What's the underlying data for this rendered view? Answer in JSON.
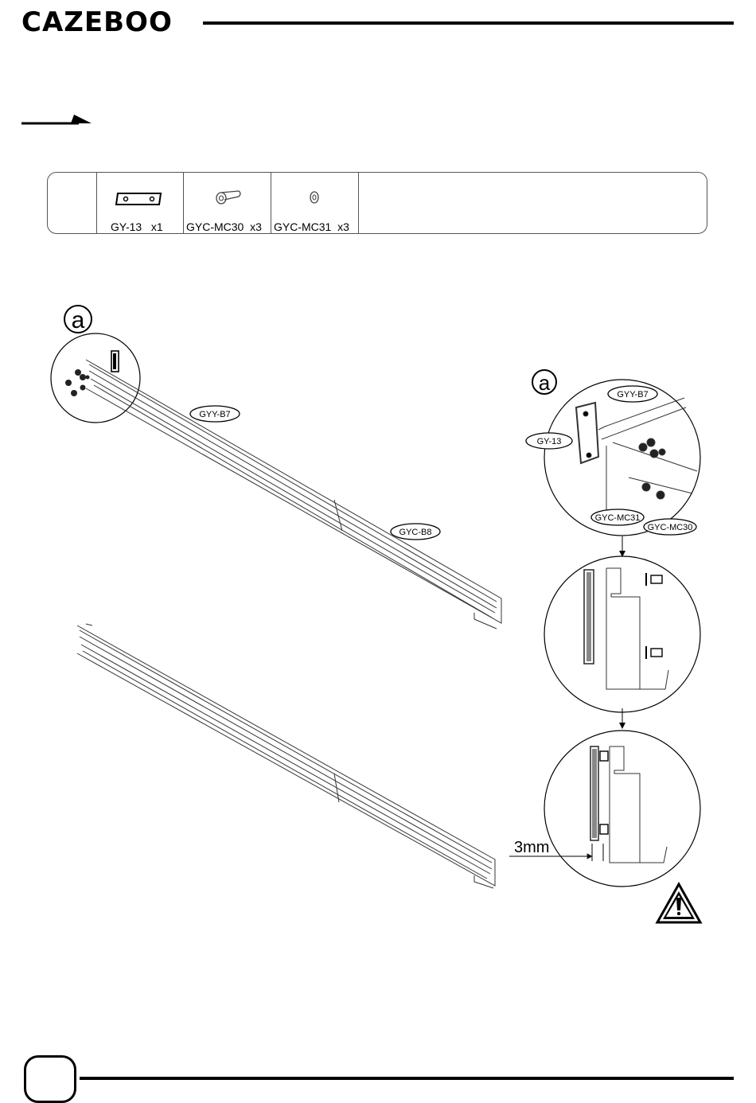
{
  "header": {
    "brand": "CAZEBOO"
  },
  "parts": [
    {
      "code": "GY-13",
      "qty": "x1",
      "label": "GY-13   x1"
    },
    {
      "code": "GYC-MC30",
      "qty": "x3",
      "label": "GYC-MC30  x3"
    },
    {
      "code": "GYC-MC31",
      "qty": "x3",
      "label": "GYC-MC31  x3"
    }
  ],
  "diagram": {
    "step_marker": "a",
    "main_labels": {
      "beam_top": "GYY-B7",
      "beam_bottom": "GYC-B8"
    },
    "detail_labels": {
      "beam": "GYY-B7",
      "plate": "GY-13",
      "washer": "GYC-MC31",
      "bolt": "GYC-MC30"
    },
    "gap_dimension": "3mm"
  },
  "icons": {
    "direction": "arrow-right-icon",
    "warning": "warning-triangle-icon"
  }
}
